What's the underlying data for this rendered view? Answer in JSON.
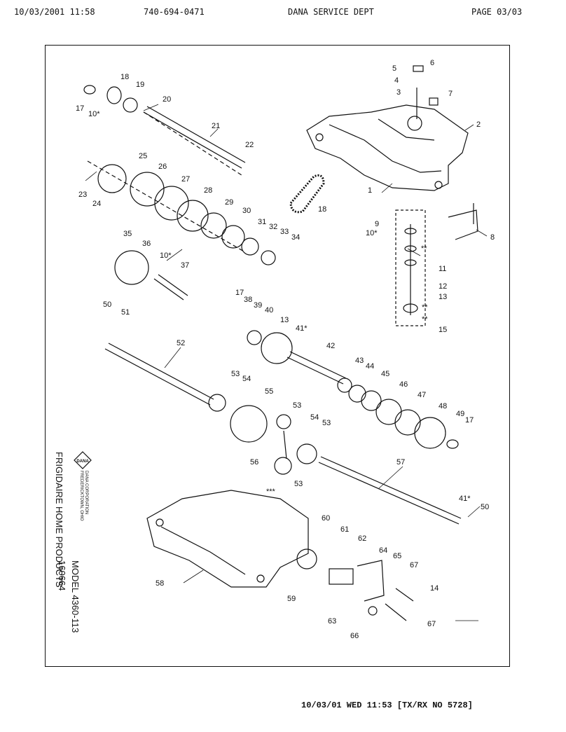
{
  "header": {
    "date_time": "10/03/2001  11:58",
    "phone": "740-694-0471",
    "department": "DANA SERVICE DEPT",
    "page": "PAGE  03/03"
  },
  "footer": {
    "stamp": "10/03/01  WED 11:53  [TX/RX NO 5728]"
  },
  "side_text": {
    "company_line1": "FRIGIDAIRE HOME PRODUCTS",
    "model_line": "MODEL 4360-113",
    "code": "160664",
    "logo_text": "DANA",
    "corp_name": "DANA CORPORATION",
    "corp_city": "FREDERICKTOWN, OHIO"
  },
  "part_labels": {
    "p1": "1",
    "p2": "2",
    "p3": "3",
    "p4": "4",
    "p5": "5",
    "p6": "6",
    "p7": "7",
    "p8": "8",
    "p9": "9",
    "p10a": "10*",
    "p10b": "10*",
    "p10c": "10*",
    "p11": "11",
    "p12": "12",
    "p13a": "13",
    "p13b": "13",
    "p14": "14",
    "p15": "15",
    "p17a": "17",
    "p17b": "17",
    "p17c": "17",
    "p18a": "18",
    "p18b": "18",
    "p19": "19",
    "p20": "20",
    "p21": "21",
    "p22": "22",
    "p23": "23",
    "p24": "24",
    "p25": "25",
    "p26": "26",
    "p27": "27",
    "p28": "28",
    "p29": "29",
    "p30": "30",
    "p31": "31",
    "p32": "32",
    "p33": "33",
    "p34": "34",
    "p35": "35",
    "p36": "36",
    "p37": "37",
    "p38": "38",
    "p39": "39",
    "p40": "40",
    "p41a": "41*",
    "p41b": "41*",
    "p42": "42",
    "p43": "43",
    "p44": "44",
    "p45": "45",
    "p46": "46",
    "p47": "47",
    "p48": "48",
    "p49": "49",
    "p50a": "50",
    "p50b": "50",
    "p51": "51",
    "p52": "52",
    "p53a": "53",
    "p53b": "53",
    "p53c": "53",
    "p53d": "53",
    "p54a": "54",
    "p54b": "54",
    "p55": "55",
    "p56": "56",
    "p57": "57",
    "p58": "58",
    "p59": "59",
    "p60": "60",
    "p61": "61",
    "p62": "62",
    "p63": "63",
    "p64": "64",
    "p65": "65",
    "p66": "66",
    "p67a": "67",
    "p67b": "67",
    "star2a": "**",
    "star2b": "**",
    "star2c": "**",
    "star3": "***"
  }
}
